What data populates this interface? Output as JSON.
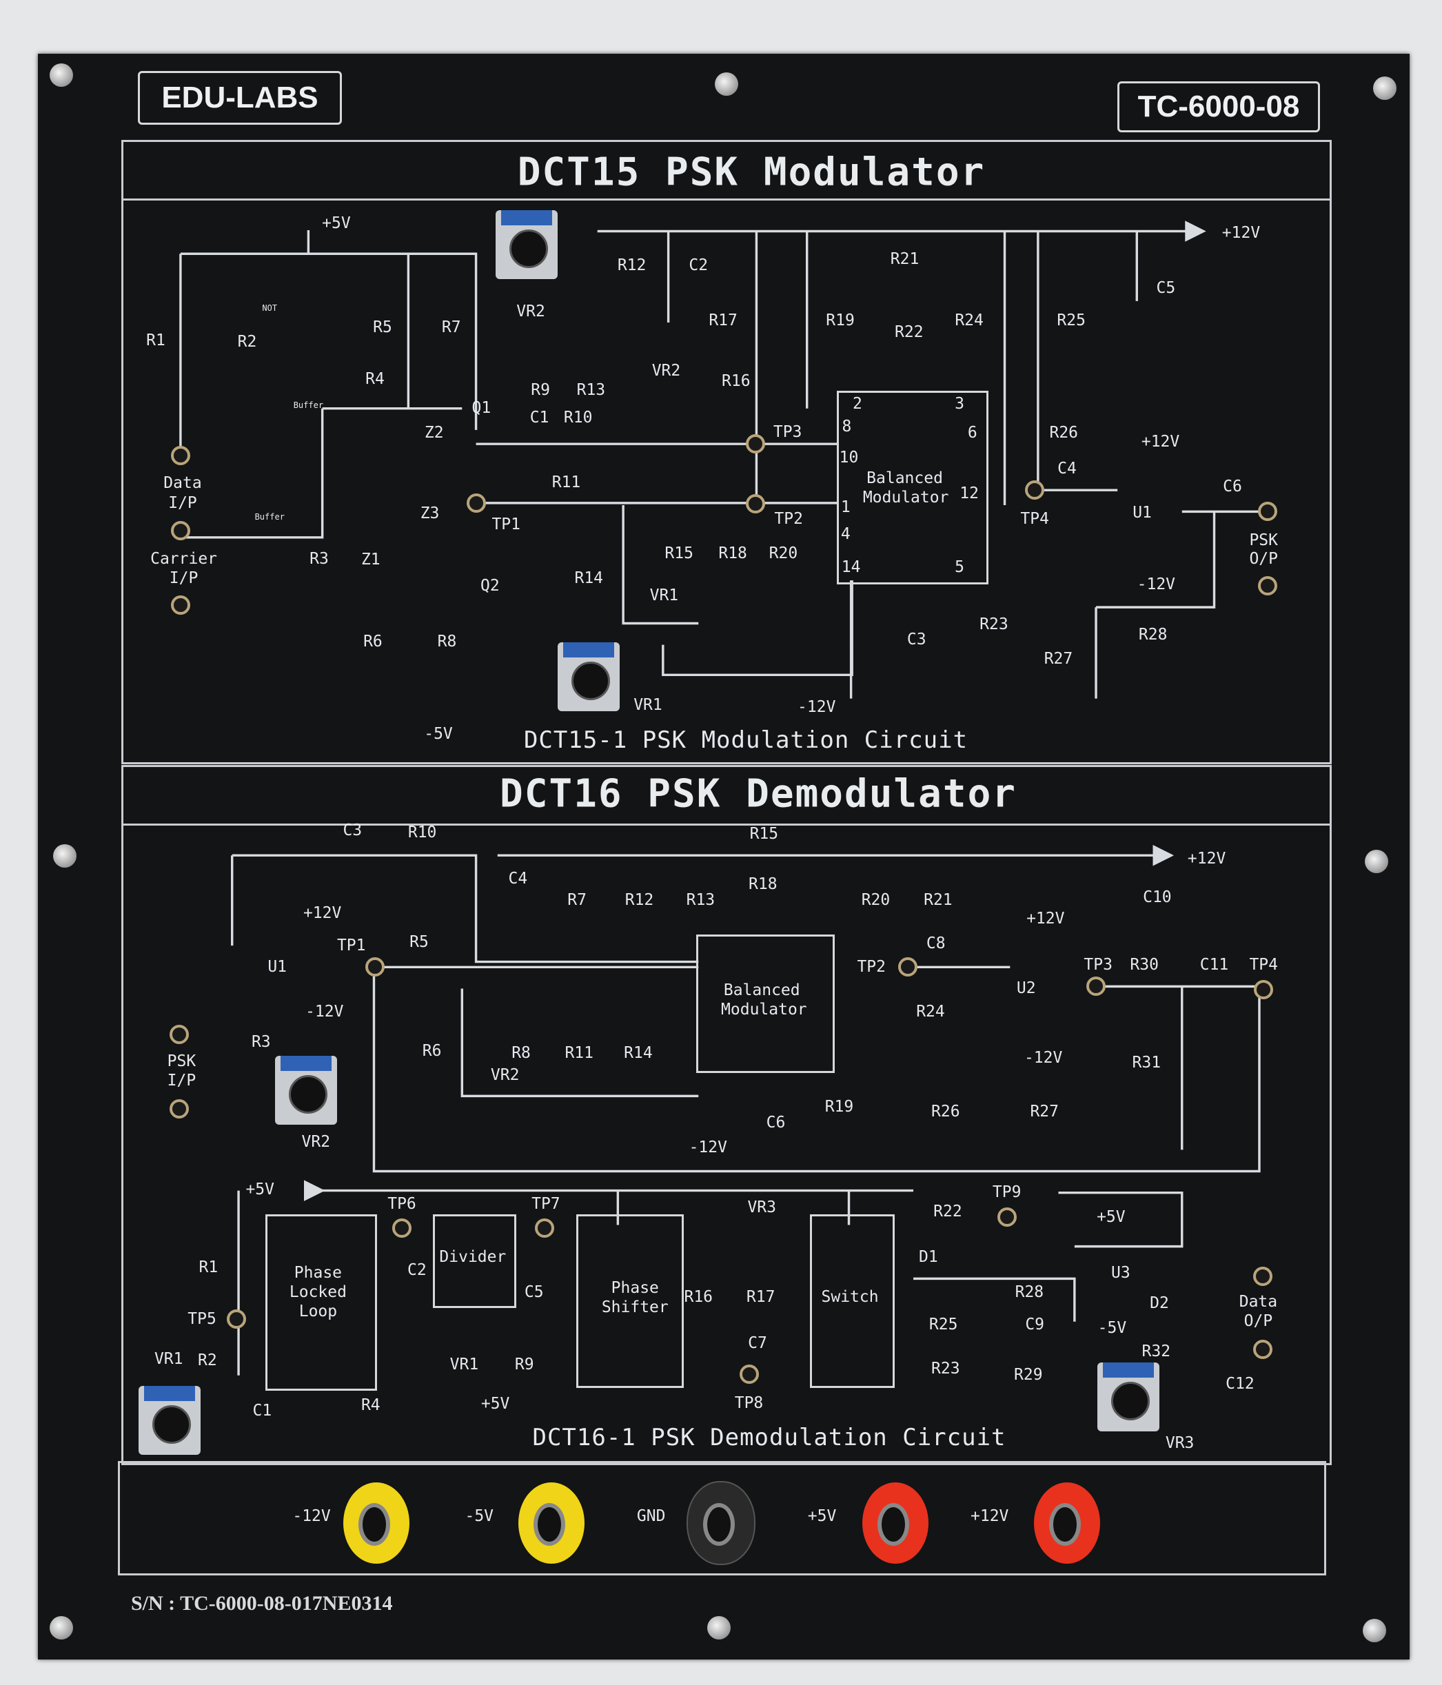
{
  "header": {
    "brand": "EDU-LABS",
    "model": "TC-6000-08"
  },
  "modulator": {
    "title": "DCT15 PSK Modulator",
    "circuit_title": "DCT15-1 PSK Modulation Circuit",
    "labels": [
      "+5V",
      "VR2",
      "R12",
      "C2",
      "R21",
      "+12V",
      "C5",
      "R1",
      "R2",
      "NOT",
      "R5",
      "R7",
      "R9",
      "R17",
      "R19",
      "R22",
      "R24",
      "R25",
      "R4",
      "Q1",
      "R13",
      "VR2",
      "R16",
      "Buffer",
      "Z2",
      "C1",
      "R10",
      "TP3",
      "2",
      "3",
      "8",
      "6",
      "10",
      "Balanced",
      "Modulator",
      "12",
      "1",
      "4",
      "14",
      "5",
      "R26",
      "+12V",
      "C4",
      "C6",
      "U1",
      "PSK",
      "O/P",
      "-12V",
      "R28",
      "R27",
      "Data",
      "I/P",
      "Carrier",
      "I/P",
      "Buffer",
      "R11",
      "TP1",
      "TP2",
      "Z3",
      "R3",
      "Z1",
      "R15",
      "R18",
      "R20",
      "R14",
      "Q2",
      "VR1",
      "R6",
      "R8",
      "C3",
      "R23",
      "TP4",
      "VR1",
      "-12V",
      "-5V"
    ]
  },
  "demodulator": {
    "title": "DCT16 PSK Demodulator",
    "circuit_title": "DCT16-1 PSK Demodulation Circuit",
    "labels": [
      "C3",
      "R10",
      "R15",
      "+12V",
      "C4",
      "R7",
      "R12",
      "R13",
      "R18",
      "R20",
      "R21",
      "C10",
      "+12V",
      "TP1",
      "U1",
      "R5",
      "-12V",
      "+12V",
      "C8",
      "TP2",
      "U2",
      "TP3",
      "R30",
      "C11",
      "TP4",
      "Balanced",
      "Modulator",
      "R24",
      "-12V",
      "R3",
      "PSK",
      "I/P",
      "R6",
      "R8",
      "R11",
      "R14",
      "VR2",
      "R31",
      "R26",
      "R27",
      "VR2",
      "R19",
      "C6",
      "-12V",
      "+5V",
      "TP6",
      "TP7",
      "VR3",
      "TP9",
      "R22",
      "+5V",
      "Divider",
      "Phase",
      "Locked",
      "Loop",
      "Phase",
      "Shifter",
      "Switch",
      "D1",
      "U3",
      "R28",
      "C9",
      "D2",
      "Data",
      "O/P",
      "R1",
      "C2",
      "C5",
      "R16",
      "R17",
      "C7",
      "R25",
      "-5V",
      "TP5",
      "R2",
      "VR1",
      "R9",
      "VR1",
      "R23",
      "R29",
      "R32",
      "C12",
      "C1",
      "R4",
      "+5V",
      "TP8",
      "VR3"
    ]
  },
  "power": {
    "jacks": [
      {
        "label": "-12V",
        "color": "#f0d418"
      },
      {
        "label": "-5V",
        "color": "#f0d418"
      },
      {
        "label": "GND",
        "color": "#2a2a2a"
      },
      {
        "label": "+5V",
        "color": "#e8321e"
      },
      {
        "label": "+12V",
        "color": "#e8321e"
      }
    ]
  },
  "serial": "S/N : TC-6000-08-017NE0314"
}
